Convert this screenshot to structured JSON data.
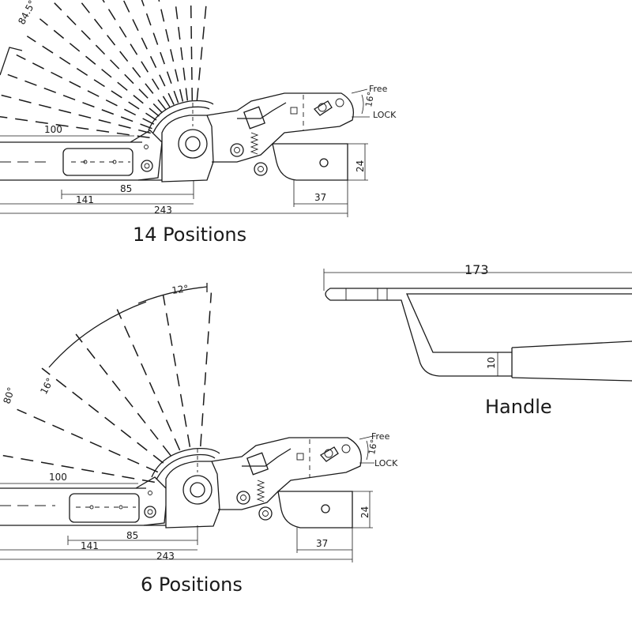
{
  "top_view": {
    "caption": "14 Positions",
    "angle_label": "84.5°",
    "free_label": "Free",
    "lock_label": "LOCK",
    "lock_angle": "16°",
    "dims": {
      "d100": "100",
      "d85": "85",
      "d141": "141",
      "d243": "243",
      "d37": "37",
      "d24": "24"
    }
  },
  "bottom_view": {
    "caption": "6 Positions",
    "angle_12": "12°",
    "angle_16": "16°",
    "angle_80": "80°",
    "free_label": "Free",
    "lock_label": "LOCK",
    "lock_angle": "16°",
    "dims": {
      "d100": "100",
      "d85": "85",
      "d141": "141",
      "d243": "243",
      "d37": "37",
      "d24": "24"
    }
  },
  "handle_view": {
    "caption": "Handle",
    "length": "173",
    "width": "10"
  }
}
